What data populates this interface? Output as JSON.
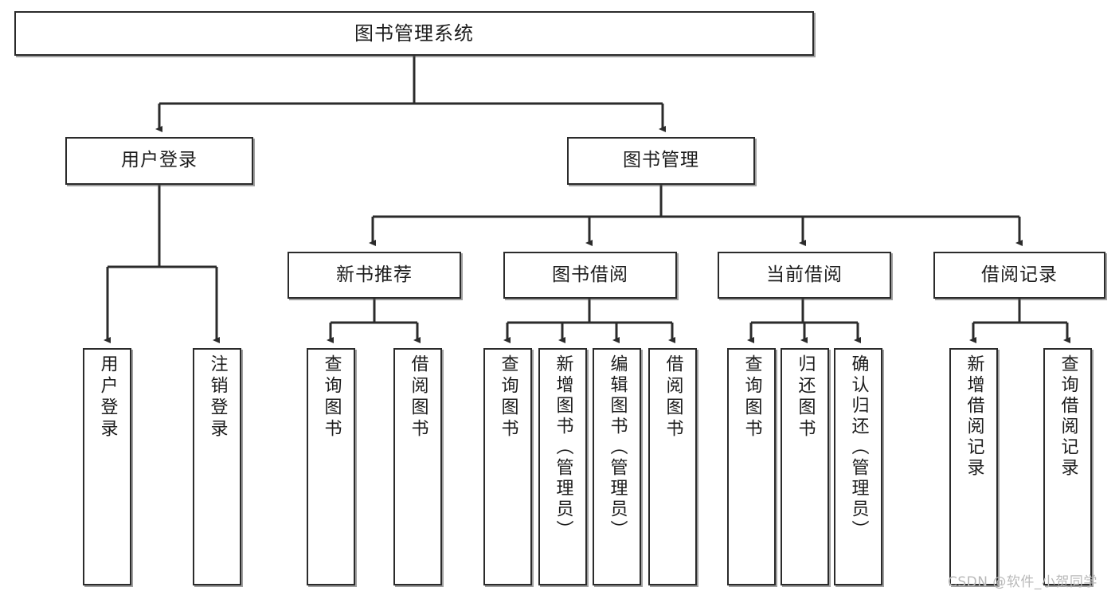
{
  "diagram": {
    "title": "图书管理系统",
    "type": "tree-hierarchy-flowchart",
    "style": {
      "box_border_color": "#2b2b2b",
      "box_fill_color": "#ffffff",
      "line_color": "#2b2b2b",
      "background": "#ffffff"
    },
    "nodes": {
      "root": {
        "label": "图书管理系统"
      },
      "level2": [
        {
          "label": "用户登录"
        },
        {
          "label": "图书管理"
        }
      ],
      "level3": [
        {
          "label": "新书推荐"
        },
        {
          "label": "图书借阅"
        },
        {
          "label": "当前借阅"
        },
        {
          "label": "借阅记录"
        }
      ],
      "leaves": {
        "user_login": [
          {
            "label": "用户登录"
          },
          {
            "label": "注销登录"
          }
        ],
        "new_book_recommend": [
          {
            "label": "查询图书"
          },
          {
            "label": "借阅图书"
          }
        ],
        "book_borrow": [
          {
            "label": "查询图书"
          },
          {
            "label": "新增图书（管理员）"
          },
          {
            "label": "编辑图书（管理员）"
          },
          {
            "label": "借阅图书"
          }
        ],
        "current_borrow": [
          {
            "label": "查询图书"
          },
          {
            "label": "归还图书"
          },
          {
            "label": "确认归还（管理员）"
          }
        ],
        "borrow_record": [
          {
            "label": "新增借阅记录"
          },
          {
            "label": "查询借阅记录"
          }
        ]
      }
    }
  },
  "watermark": {
    "text": "CSDN @软件_小贺同学"
  }
}
